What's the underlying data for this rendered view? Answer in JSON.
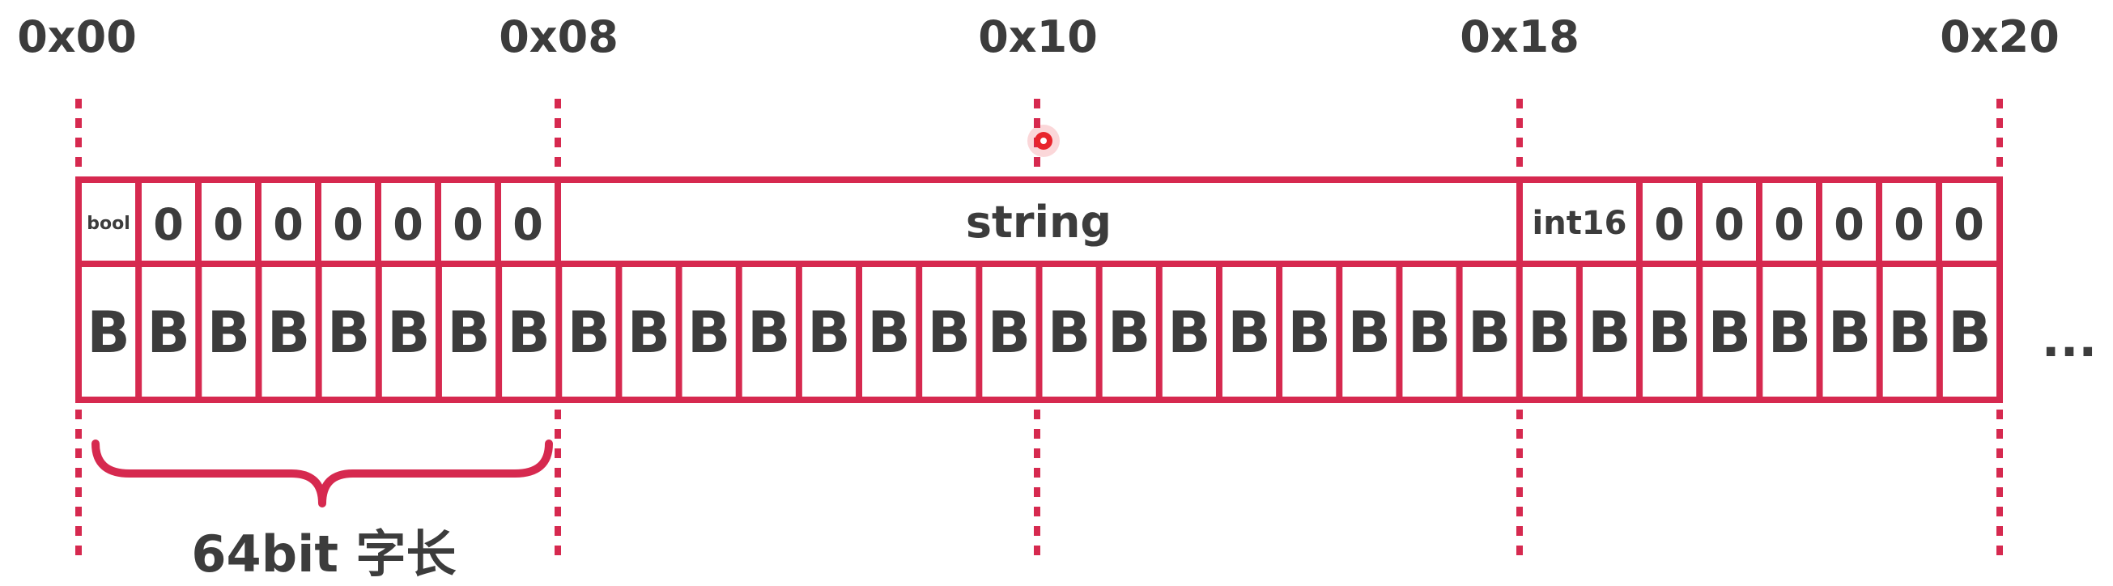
{
  "addresses": [
    "0x00",
    "0x08",
    "0x10",
    "0x18",
    "0x20"
  ],
  "fields": {
    "bool": "bool",
    "string": "string",
    "int16": "int16",
    "padding": "0"
  },
  "byte_label": "B",
  "ellipsis": "...",
  "caption": "64bit 字长",
  "colors": {
    "accent": "#d6294f",
    "text": "#3c3c3c",
    "cursor": "#e8242c"
  }
}
